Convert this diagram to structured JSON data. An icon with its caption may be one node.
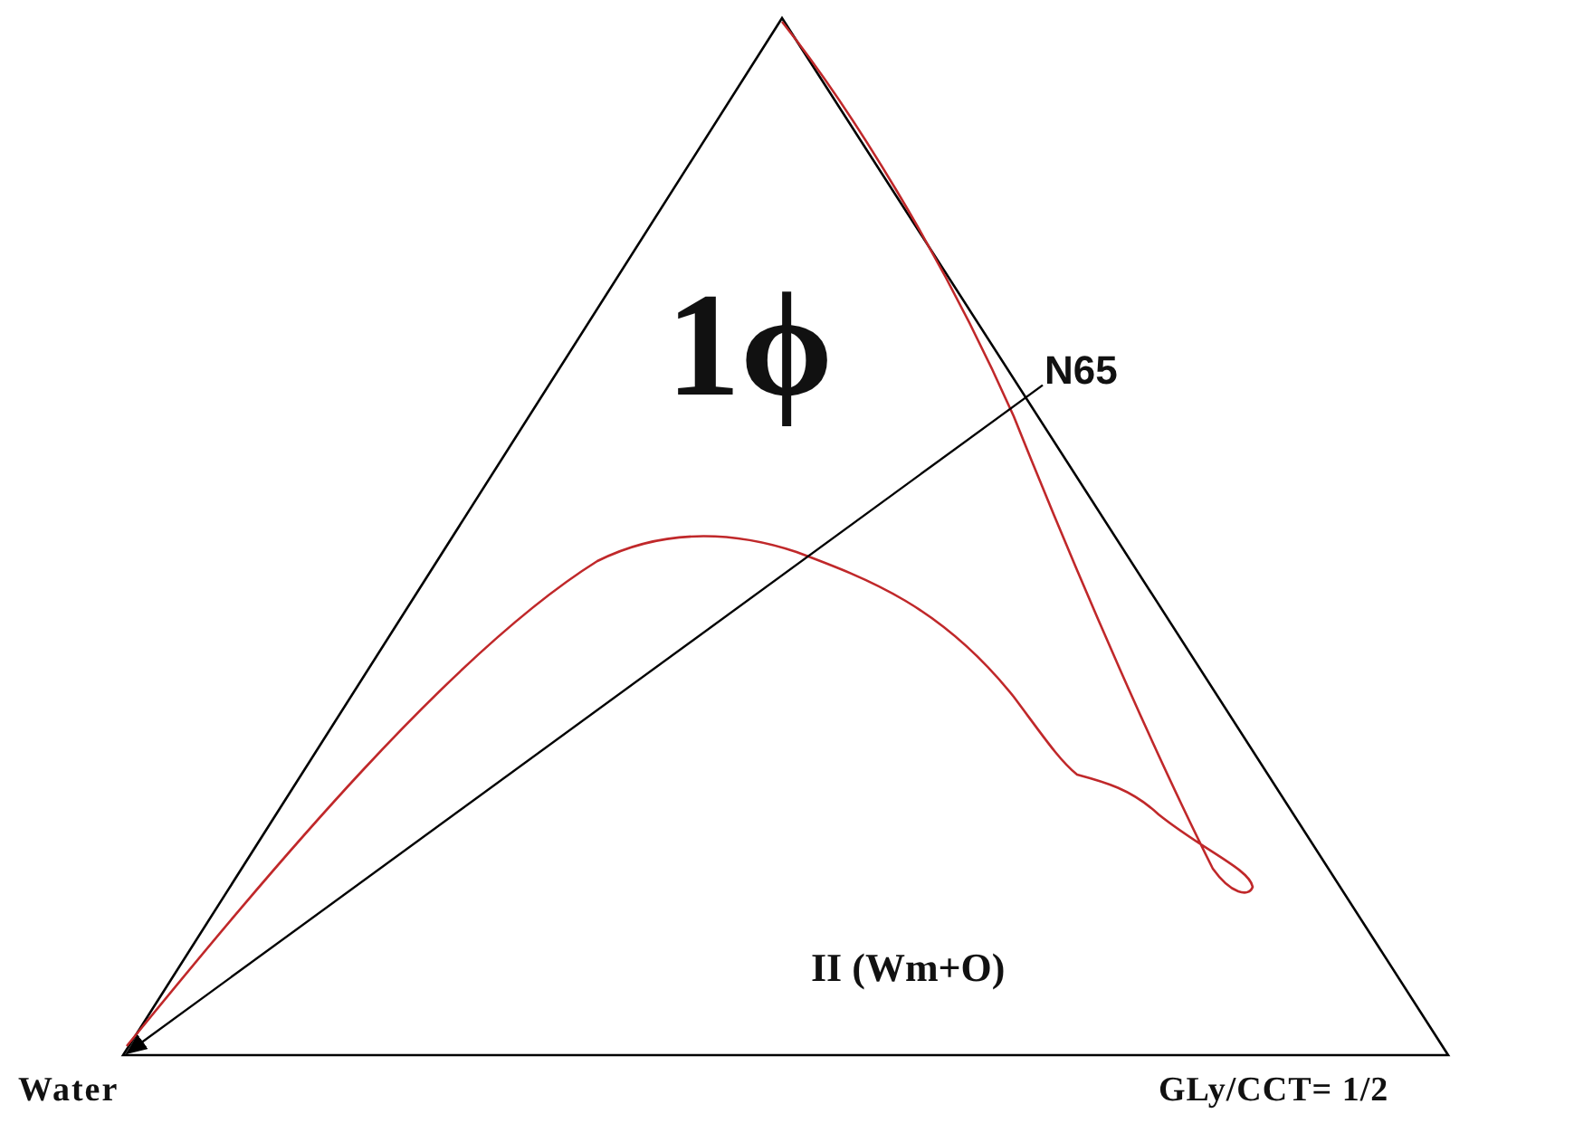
{
  "diagram": {
    "nodes": [
      {
        "text": [
          "Water"
        ]
      },
      {
        "text": [
          "GLy/CCT= 1/2"
        ]
      },
      {
        "text": [
          "N65"
        ]
      }
    ],
    "edges": [
      {
        "from": 2,
        "to": 0,
        "arrow": "to"
      }
    ],
    "labels": [
      "1ϕ",
      "II (Wm+O)"
    ]
  }
}
